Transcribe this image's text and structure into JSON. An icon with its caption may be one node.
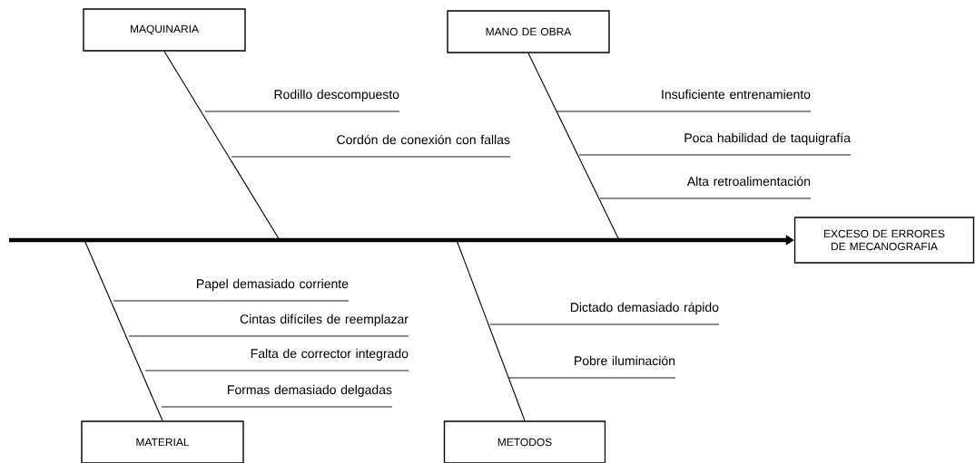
{
  "diagram": {
    "nodes": [
      {
        "text": [
          "MAQUINARIA"
        ]
      },
      {
        "text": [
          "MANO DE OBRA"
        ]
      },
      {
        "text": [
          "Rodillo descompuesto"
        ]
      },
      {
        "text": [
          "Cordón de conexión con fallas"
        ]
      },
      {
        "text": [
          "Insuficiente entrenamiento"
        ]
      },
      {
        "text": [
          "Poca habilidad de taquigrafía"
        ]
      },
      {
        "text": [
          "Alta retroalimentación"
        ]
      },
      {
        "text": [
          "EXCESO DE ERRORES DE MECANOGRAFIA"
        ]
      },
      {
        "text": [
          "Papel demasiado corriente"
        ]
      },
      {
        "text": [
          "Cintas difíciles de reemplazar"
        ]
      },
      {
        "text": [
          "Dictado demasiado rápido"
        ]
      },
      {
        "text": [
          "Falta de corrector integrado"
        ]
      },
      {
        "text": [
          "Pobre iluminación"
        ]
      },
      {
        "text": [
          "Formas demasiado delgadas"
        ]
      },
      {
        "text": [
          "MATERIAL"
        ]
      },
      {
        "text": [
          "METODOS"
        ]
      }
    ],
    "edges": [
      {
        "from": null,
        "to": 7,
        "arrow": "to",
        "style": "thick"
      },
      {
        "from": 0,
        "to": null,
        "arrow": "none"
      },
      {
        "from": 1,
        "to": null,
        "arrow": "none"
      },
      {
        "from": 14,
        "to": null,
        "arrow": "none"
      },
      {
        "from": 15,
        "to": null,
        "arrow": "none"
      }
    ]
  }
}
